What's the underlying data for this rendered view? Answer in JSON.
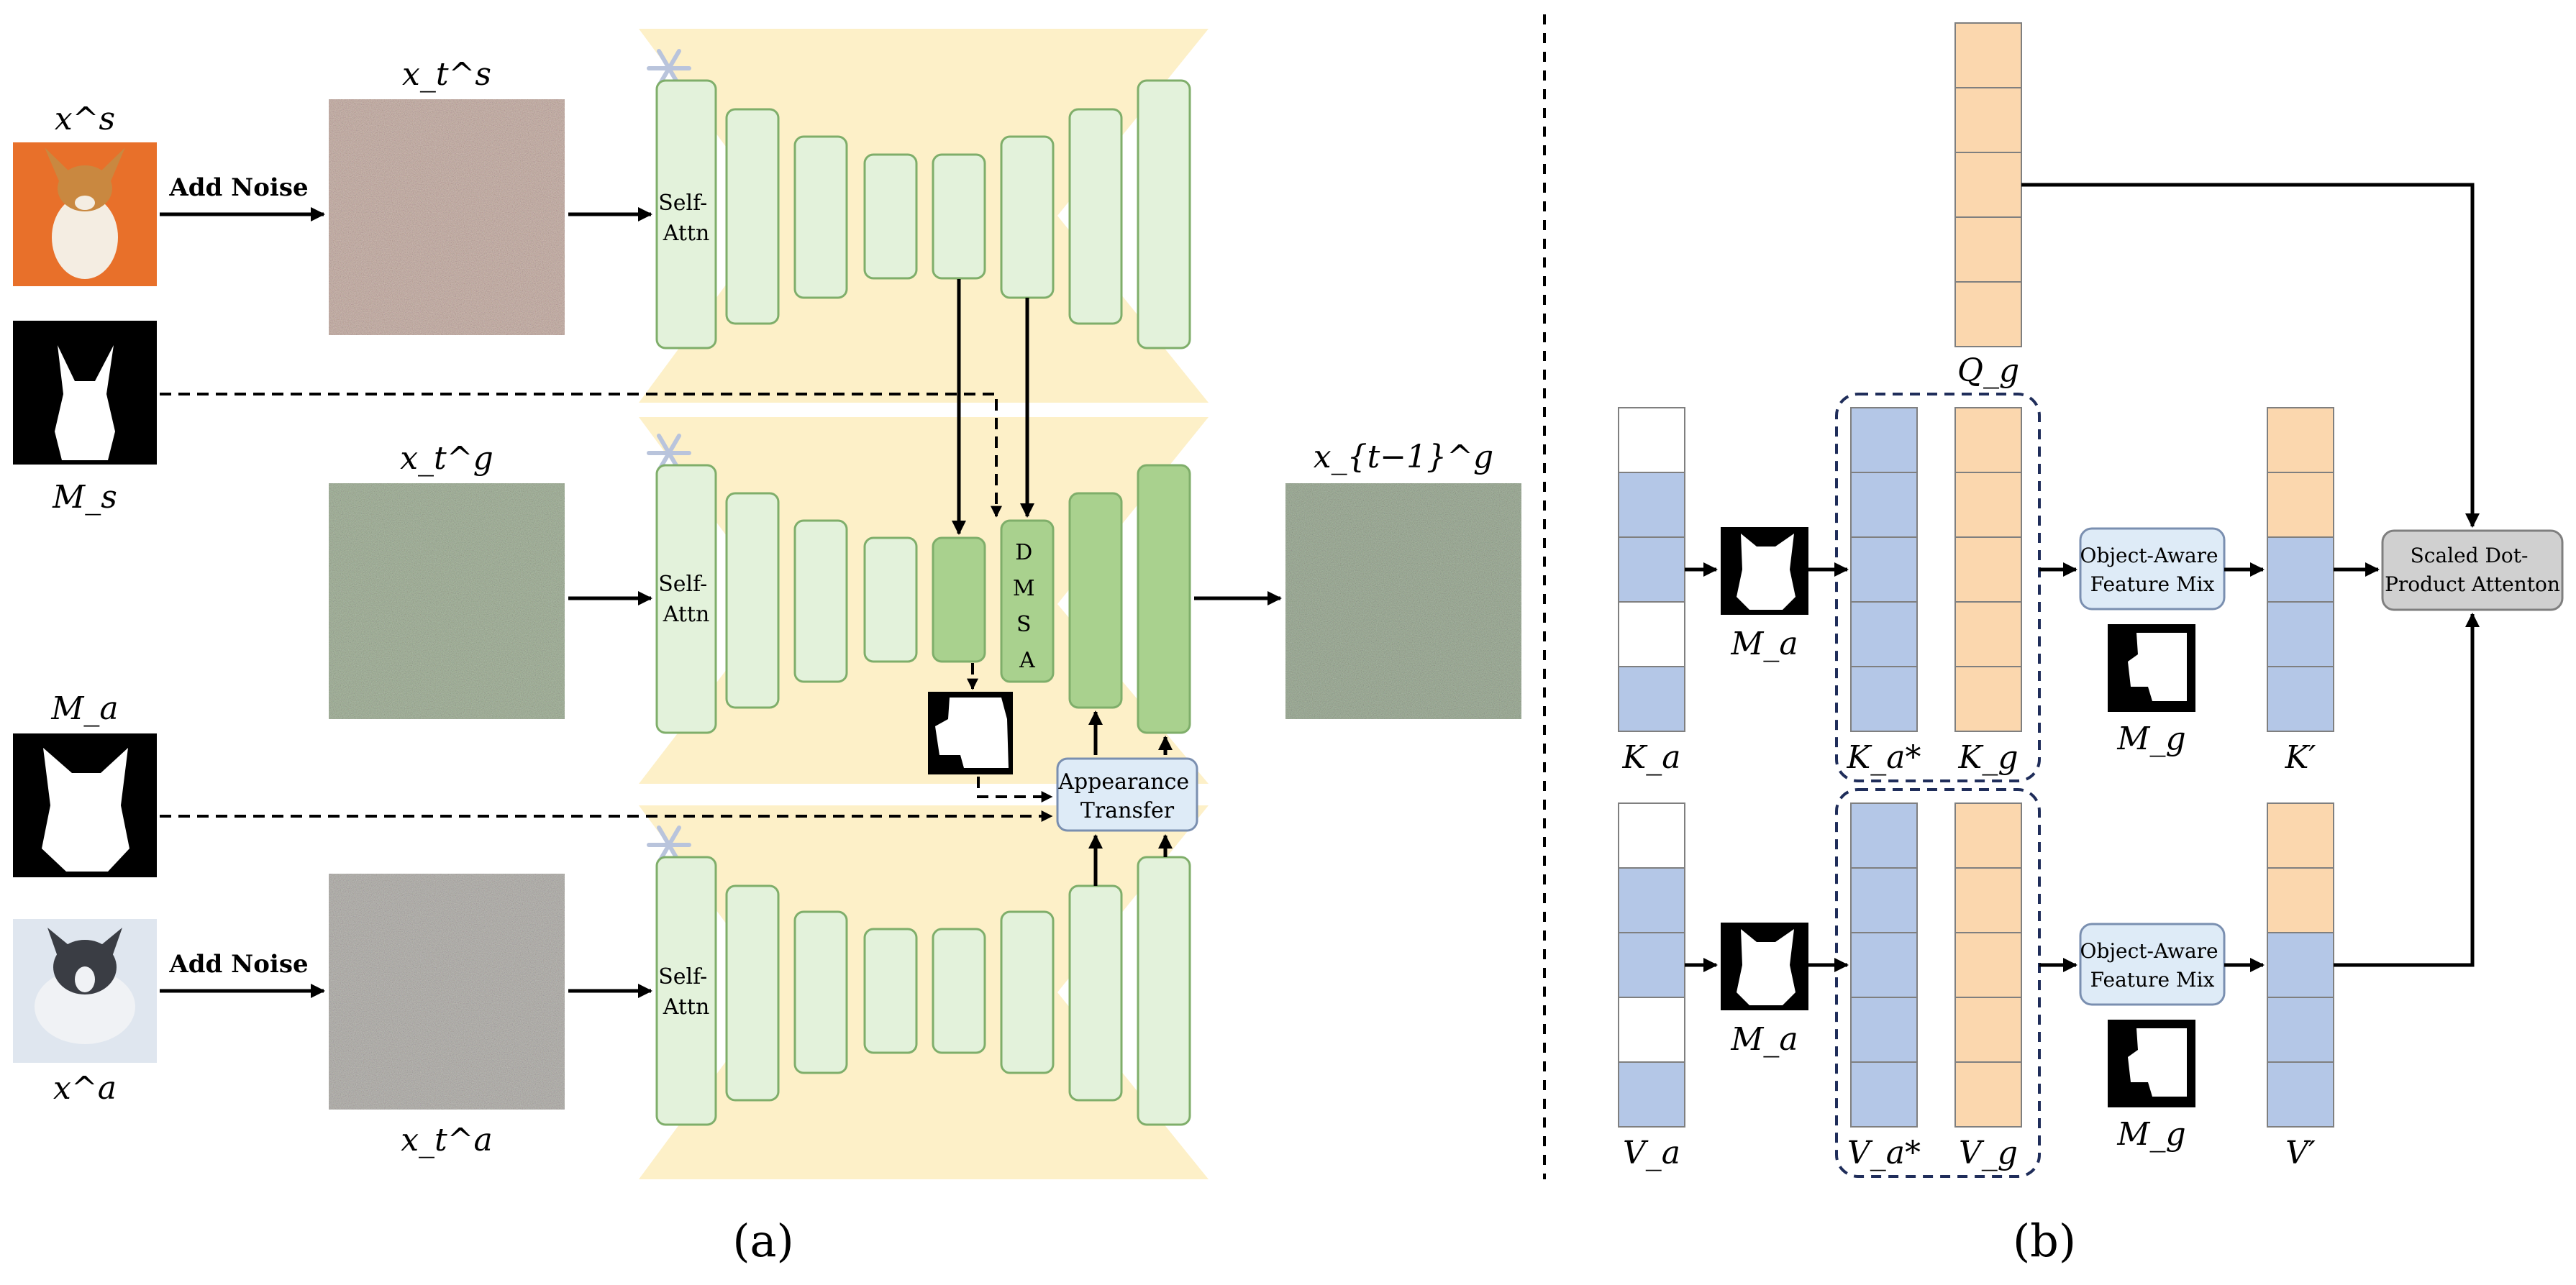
{
  "panel_a": {
    "caption": "(a)",
    "labels": {
      "xs": "x^s",
      "xts": "x_t^s",
      "Ms": "M_s",
      "xtg": "x_t^g",
      "xtg_prev": "x_{t−1}^g",
      "Ma": "M_a",
      "xa": "x^a",
      "xta": "x_t^a"
    },
    "add_noise_1": "Add Noise",
    "add_noise_2": "Add Noise",
    "self_attn_line1": "Self-",
    "self_attn_line2": "Attn",
    "dmsa_letters": [
      "D",
      "M",
      "S",
      "A"
    ],
    "appearance_transfer_line1": "Appearance",
    "appearance_transfer_line2": "Transfer"
  },
  "panel_b": {
    "caption": "(b)",
    "labels": {
      "Qg": "Q_g",
      "Ka": "K_a",
      "Ma_top": "M_a",
      "Ka_star": "K_a*",
      "Kg": "K_g",
      "Mg_top": "M_g",
      "Kprime": "K′",
      "Va": "V_a",
      "Ma_bottom": "M_a",
      "Va_star": "V_a*",
      "Vg": "V_g",
      "Mg_bottom": "M_g",
      "Vprime": "V′"
    },
    "feature_mix_line1": "Object-Aware",
    "feature_mix_line2": "Feature Mix",
    "attention_line1": "Scaled Dot-",
    "attention_line2": "Product Attenton"
  },
  "colors": {
    "unet_bg": "#fdf0c8",
    "light_block": "#e3f2db",
    "block_border": "#7fae6a",
    "dark_block": "#a9d18e",
    "blue_cell": "#b4c7e7",
    "orange_cell": "#fbd7ae",
    "module_bg": "#deebf7",
    "attention_bg": "#d0d0d0",
    "snowflake": "#b9c4dc"
  }
}
